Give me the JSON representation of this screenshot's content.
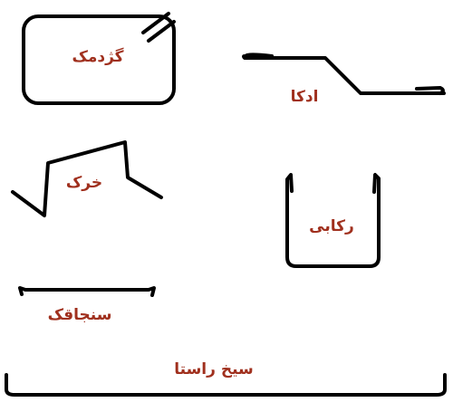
{
  "colors": {
    "stroke": "#000000",
    "label": "#a0301e",
    "background": "#ffffff"
  },
  "labels": {
    "gerdmak": "گژدمک",
    "adka": "ادکا",
    "khark": "خرک",
    "rekabi": "رکابی",
    "sanjaghak": "سنجاقک",
    "sikh_rasta": "سیخ راستا"
  }
}
